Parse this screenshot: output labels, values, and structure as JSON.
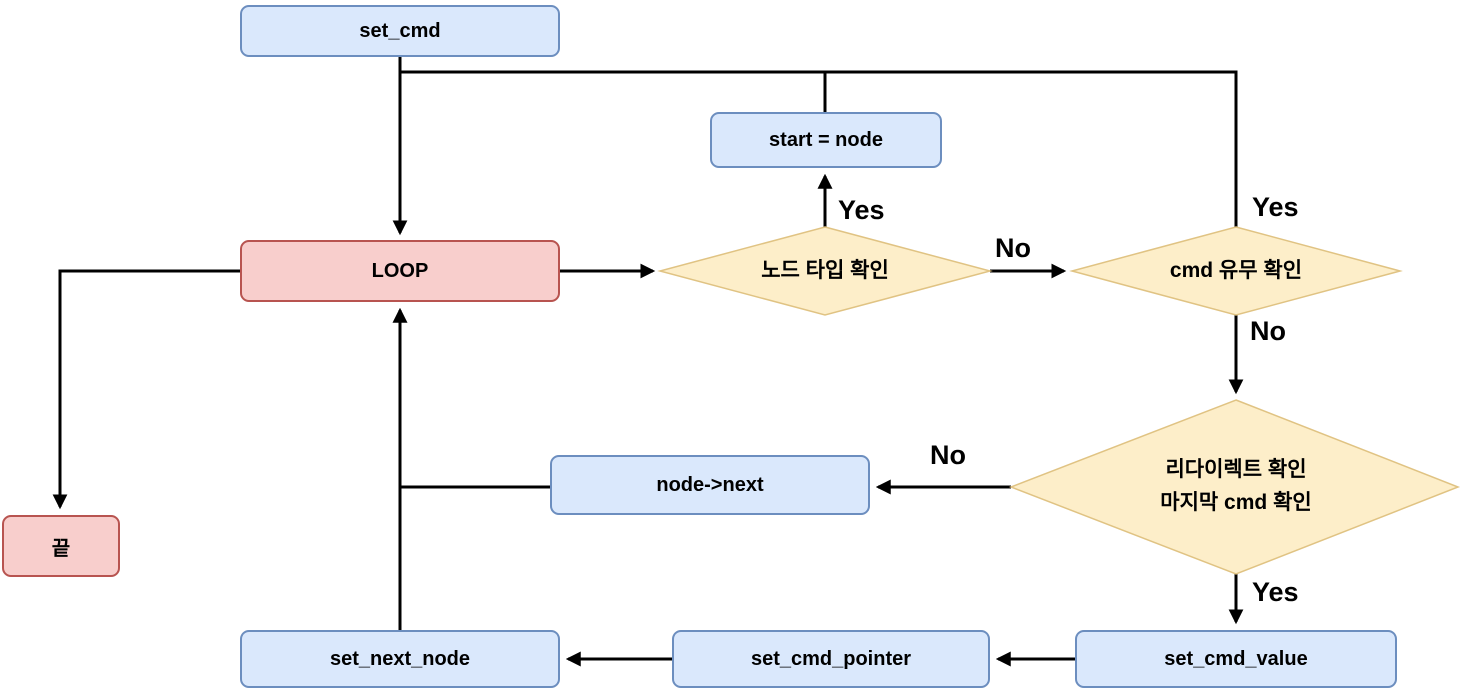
{
  "diagram": {
    "type": "flowchart",
    "language": "Korean/English",
    "colors": {
      "process_fill": "#dae8fc",
      "process_stroke": "#6c8ebf",
      "terminal_fill": "#f8cecc",
      "terminal_stroke": "#b85450",
      "decision_fill": "#fdeec9",
      "decision_stroke": "#e0c383",
      "edge": "#000000",
      "background": "#ffffff"
    },
    "nodes": {
      "set_cmd": {
        "label": "set_cmd"
      },
      "start_node": {
        "label": "start = node"
      },
      "loop": {
        "label": "LOOP"
      },
      "end": {
        "label": "끝"
      },
      "node_next": {
        "label": "node->next"
      },
      "set_next_node": {
        "label": "set_next_node"
      },
      "set_cmd_pointer": {
        "label": "set_cmd_pointer"
      },
      "set_cmd_value": {
        "label": "set_cmd_value"
      }
    },
    "decisions": {
      "node_type_check": {
        "label": "노드 타입 확인"
      },
      "cmd_exist_check": {
        "label": "cmd 유무 확인"
      },
      "redirect_check": {
        "line1": "리다이렉트 확인",
        "line2": "마지막 cmd 확인"
      }
    },
    "edge_labels": {
      "node_type_yes": "Yes",
      "node_type_no": "No",
      "cmd_exist_yes": "Yes",
      "cmd_exist_no": "No",
      "redirect_no": "No",
      "redirect_yes": "Yes"
    }
  }
}
